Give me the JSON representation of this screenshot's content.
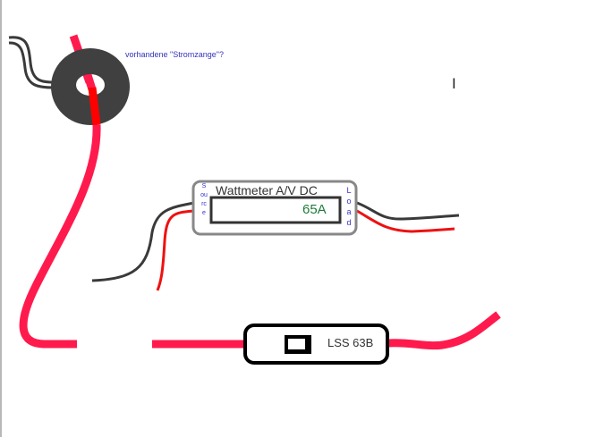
{
  "annotation": {
    "clamp_question": "vorhandene \"Stromzange\"?"
  },
  "wattmeter": {
    "title": "Wattmeter A/V DC",
    "reading": "65A",
    "source_label": "Source",
    "load_label": "Load"
  },
  "breaker": {
    "label": "LSS 63B"
  },
  "colors": {
    "cable": "#ff1a4d",
    "red_wire": "#ee1111",
    "dark_wire": "#3a3a3a",
    "reading": "#1e7a3a",
    "note": "#3333bb"
  },
  "cursor": {
    "icon": "text-cursor-icon",
    "glyph": "I"
  }
}
